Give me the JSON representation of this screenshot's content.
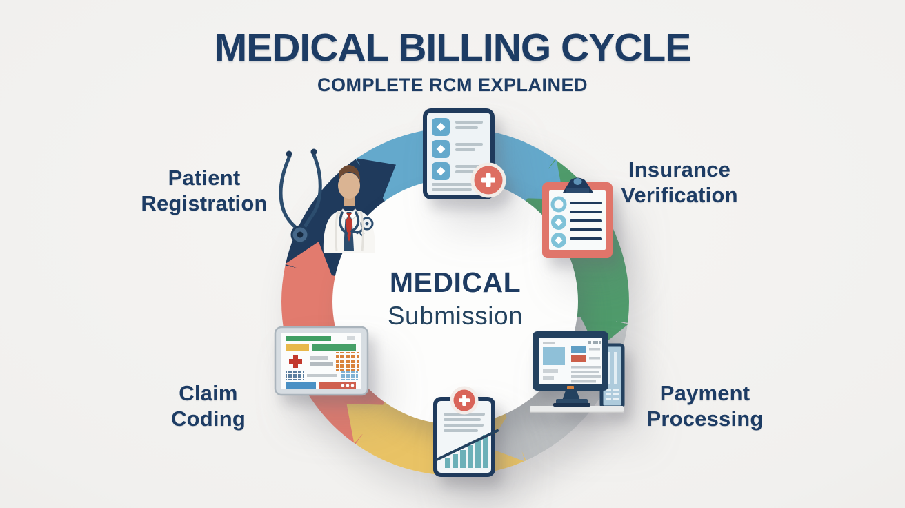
{
  "header": {
    "title": "MEDICAL BILLING CYCLE",
    "subtitle": "COMPLETE RCM EXPLAINED"
  },
  "center": {
    "line1": "MEDICAL",
    "line2": "Submission"
  },
  "cycle_nodes": [
    {
      "position": "top-left",
      "label": "Patient Registration",
      "icon": "doctor-stethoscope-icon",
      "segment_color": "#1f3a5c"
    },
    {
      "position": "top",
      "icon": "medical-record-document-icon",
      "segment_color": "#64a9cc"
    },
    {
      "position": "top-right",
      "label": "Insurance Verification",
      "icon": "clipboard-checklist-icon",
      "segment_color": "#4f9b6b"
    },
    {
      "position": "bottom-right",
      "label": "Payment Processing",
      "icon": "desktop-billing-monitor-icon",
      "segment_color": "#bdc0c2"
    },
    {
      "position": "bottom",
      "icon": "billing-report-chart-icon",
      "segment_color": "#e9c365"
    },
    {
      "position": "bottom-left",
      "label": "Claim Coding",
      "icon": "claim-coding-screen-icon",
      "segment_color": "#e27b6e"
    }
  ],
  "ring": {
    "flow": "clockwise",
    "segments": [
      {
        "color": "#64a9cc",
        "end_deg": 35
      },
      {
        "color": "#4f9b6b",
        "end_deg": 97
      },
      {
        "color": "#bdc0c2",
        "end_deg": 156
      },
      {
        "color": "#e9c365",
        "end_deg": 215
      },
      {
        "color": "#e27b6e",
        "end_deg": 282
      },
      {
        "color": "#1f3a5c",
        "end_deg": 325
      },
      {
        "color": "#64a9cc",
        "end_deg": 360
      }
    ],
    "chevrons": [
      {
        "angle_deg": 35,
        "color": "#64a9cc"
      },
      {
        "angle_deg": 97,
        "color": "#4f9b6b"
      },
      {
        "angle_deg": 156,
        "color": "#bdc0c2"
      },
      {
        "angle_deg": 215,
        "color": "#e9c365"
      },
      {
        "angle_deg": 282,
        "color": "#e27b6e"
      },
      {
        "angle_deg": 325,
        "color": "#1f3a5c"
      }
    ]
  },
  "colors": {
    "heading": "#1d3c64",
    "background": "#f1f0ee",
    "badge_red": "#dd6e62",
    "teal_bars": "#6cb0b8"
  }
}
